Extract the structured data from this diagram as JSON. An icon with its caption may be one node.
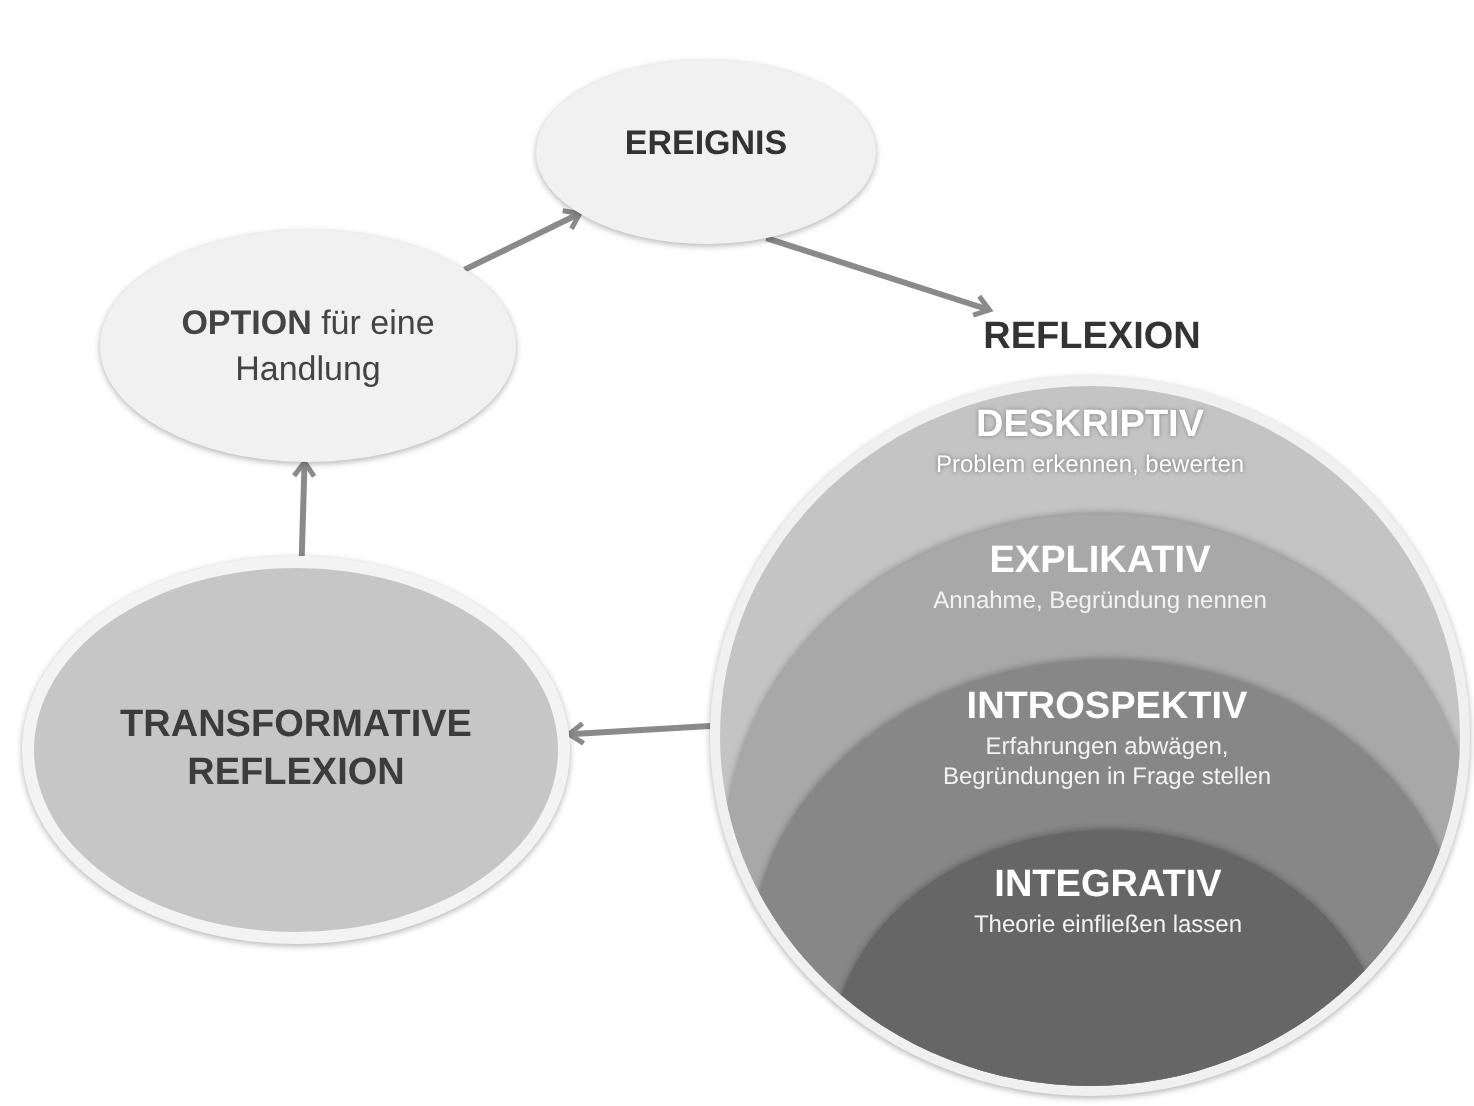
{
  "diagram": {
    "nodes": [
      {
        "text": [
          "EREIGNIS"
        ]
      },
      {
        "text": [
          "**OPTION** für eine Handlung"
        ]
      },
      {
        "text": [
          "TRANSFORMATIVE REFLEXION"
        ]
      },
      {
        "text": [
          "REFLEXION",
          "DESKRIPTIV",
          "Problem erkennen, bewerten"
        ]
      },
      {
        "text": [
          "EXPLIKATIV",
          "Annahme, Begründung nennen"
        ],
        "in": 3
      },
      {
        "text": [
          "INTROSPEKTIV",
          "Erfahrungen abwägen, Begründungen in Frage stellen"
        ],
        "in": 4
      },
      {
        "text": [
          "INTEGRATIV",
          "Theorie einfließen lassen"
        ],
        "in": 5
      }
    ],
    "edges": [
      {
        "from": 1,
        "to": 0,
        "arrow": "to"
      },
      {
        "from": 0,
        "to": 3,
        "arrow": "to"
      },
      {
        "from": 3,
        "to": 2,
        "arrow": "to"
      },
      {
        "from": 2,
        "to": 1,
        "arrow": "to"
      }
    ]
  }
}
